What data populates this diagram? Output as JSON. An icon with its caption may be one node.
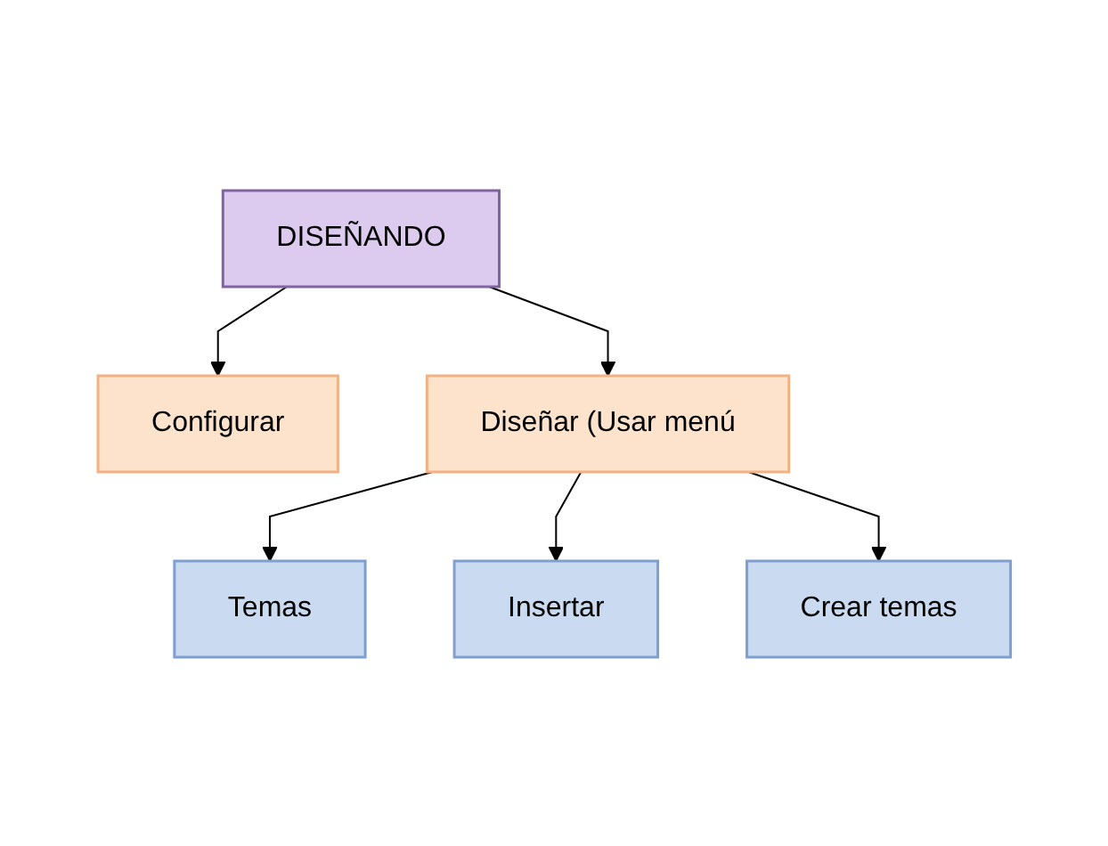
{
  "diagram": {
    "nodes": [
      {
        "text": [
          "DISEÑANDO"
        ]
      },
      {
        "text": [
          "Configurar"
        ]
      },
      {
        "text": [
          "Diseñar (Usar menú"
        ]
      },
      {
        "text": [
          "Temas"
        ]
      },
      {
        "text": [
          "Insertar"
        ]
      },
      {
        "text": [
          "Crear temas"
        ]
      }
    ],
    "edges": [
      {
        "from": 0,
        "to": 1,
        "arrow": "to"
      },
      {
        "from": 0,
        "to": 2,
        "arrow": "to"
      },
      {
        "from": 2,
        "to": 3,
        "arrow": "to"
      },
      {
        "from": 2,
        "to": 4,
        "arrow": "to"
      },
      {
        "from": 2,
        "to": 5,
        "arrow": "to"
      }
    ]
  }
}
